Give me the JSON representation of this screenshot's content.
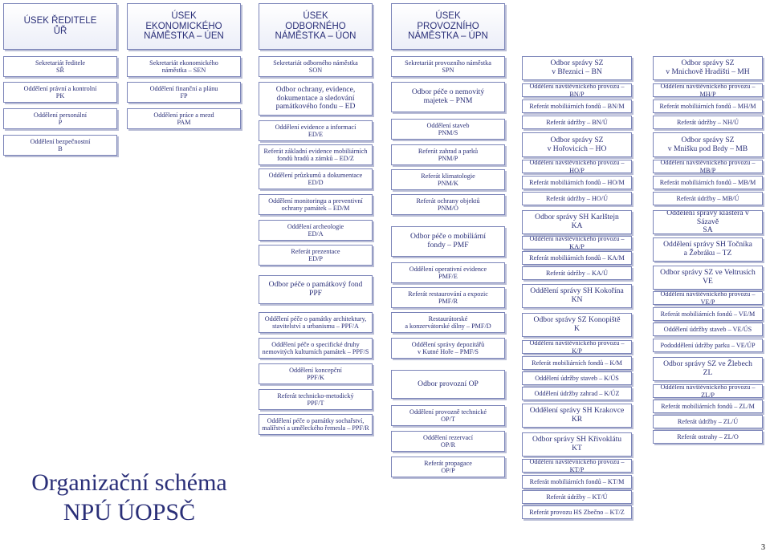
{
  "headers": [
    {
      "line1": "ÚSEK ŘEDITELE",
      "line2": "ŮŘ",
      "line3": ""
    },
    {
      "line1": "ÚSEK",
      "line2": "EKONOMICKÉHO",
      "line3": "NÁMĚSTKA – ÚEN"
    },
    {
      "line1": "ÚSEK",
      "line2": "ODBORNÉHO",
      "line3": "NÁMĚSTKA – ÚON"
    },
    {
      "line1": "ÚSEK",
      "line2": "PROVOZNÍHO",
      "line3": "NÁMĚSTKA – ÚPN"
    }
  ],
  "col1": [
    {
      "a": "Sekretariát ředitele",
      "b": "SŘ"
    },
    {
      "a": "Oddělení právní a kontrolní",
      "b": "PK"
    },
    {
      "a": "Oddělení personální",
      "b": "P"
    },
    {
      "a": "Oddělení bezpečnostní",
      "b": "B"
    }
  ],
  "col2": [
    {
      "a": "Sekretariát ekonomického",
      "b": "náměstka – SEN"
    },
    {
      "a": "Oddělení finanční a plánu",
      "b": "FP"
    },
    {
      "a": "Oddělení práce a mezd",
      "b": "PAM"
    }
  ],
  "col3": [
    {
      "a": "Sekretariát odborného náměstka",
      "b": "SON",
      "c": ""
    },
    {
      "a": "Odbor ochrany, evidence,",
      "b": "dokumentace a sledování",
      "c": "památkového fondu – ED"
    },
    {
      "a": "Oddělení evidence a informací",
      "b": "ED/E",
      "c": ""
    },
    {
      "a": "Referát základní evidence mobiliárních",
      "b": "fondů hradů a zámků – ED/Z",
      "c": ""
    },
    {
      "a": "Oddělení průzkumů a dokumentace",
      "b": "ED/D",
      "c": ""
    },
    {
      "a": "Oddělení monitoringu a preventivní",
      "b": "ochrany památek – ED/M",
      "c": ""
    },
    {
      "a": "Oddělení archeologie",
      "b": "ED/A",
      "c": ""
    },
    {
      "a": "Referát prezentace",
      "b": "ED/P",
      "c": ""
    },
    {
      "a": "Odbor péče o památkový fond",
      "b": "PPF",
      "c": ""
    },
    {
      "a": "Oddělení péče o památky architektury,",
      "b": "stavitelství a urbanismu – PPF/A",
      "c": ""
    },
    {
      "a": "Oddělení péče o specifické druhy",
      "b": "nemovitých kulturních památek – PPF/S",
      "c": ""
    },
    {
      "a": "Oddělení koncepční",
      "b": "PPF/K",
      "c": ""
    },
    {
      "a": "Referát technicko-metodický",
      "b": "PPF/T",
      "c": ""
    },
    {
      "a": "Oddělení péče o památky sochařství,",
      "b": "malířství a uměleckého řemesla – PPF/R",
      "c": ""
    }
  ],
  "col4": [
    {
      "a": "Sekretariát provozního náměstka",
      "b": "SPN"
    },
    {
      "a": "Odbor péče o nemovitý",
      "b": "majetek – PNM"
    },
    {
      "a": "Oddělení staveb",
      "b": "PNM/S"
    },
    {
      "a": "Referát zahrad a parků",
      "b": "PNM/P"
    },
    {
      "a": "Referát klimatologie",
      "b": "PNM/K"
    },
    {
      "a": "Referát ochrany objektů",
      "b": "PNM/O"
    },
    {
      "a": "Odbor péče o mobiliární",
      "b": "fondy – PMF"
    },
    {
      "a": "Oddělení operativní evidence",
      "b": "PMF/E"
    },
    {
      "a": "Referát restaurování a expozic",
      "b": "PMF/R"
    },
    {
      "a": "Restaurátorské",
      "b": "a konzervátorské dílny – PMF/D"
    },
    {
      "a": "Oddělení správy depozitářů",
      "b": "v Kutné Hoře – PMF/S"
    },
    {
      "a": "Odbor provozní OP",
      "b": ""
    },
    {
      "a": "Oddělení provozně technické",
      "b": "OP/T"
    },
    {
      "a": "Oddělení rezervací",
      "b": "OP/R"
    },
    {
      "a": "Referát propagace",
      "b": "OP/P"
    }
  ],
  "col5": [
    {
      "a": "Odbor správy SZ",
      "b": "v Březnici – BN"
    },
    {
      "a": "Oddělení návštěvnického provozu – BN/P",
      "b": ""
    },
    {
      "a": "Referát mobiliárních fondů – BN/M",
      "b": ""
    },
    {
      "a": "Referát údržby – BN/Ú",
      "b": ""
    },
    {
      "a": "Odbor správy SZ",
      "b": "v Hořovicích – HO"
    },
    {
      "a": "Oddělení návštěvnického provozu – HO/P",
      "b": ""
    },
    {
      "a": "Referát mobiliárních fondů – HO/M",
      "b": ""
    },
    {
      "a": "Referát údržby – HO/Ú",
      "b": ""
    },
    {
      "a": "Odbor správy SH Karlštejn",
      "b": "KA"
    },
    {
      "a": "Oddělení návštěvnického provozu – KA/P",
      "b": ""
    },
    {
      "a": "Referát mobiliárních fondů – KA/M",
      "b": ""
    },
    {
      "a": "Referát údržby – KA/Ú",
      "b": ""
    },
    {
      "a": "Oddělení správy SH Kokořína",
      "b": "KN"
    },
    {
      "a": "Odbor správy SZ Konopiště",
      "b": "K"
    },
    {
      "a": "Oddělení návštěvnického provozu – K/P",
      "b": ""
    },
    {
      "a": "Referát mobiliárních fondů – K/M",
      "b": ""
    },
    {
      "a": "Oddělení údržby staveb – K/ÚS",
      "b": ""
    },
    {
      "a": "Oddělení údržby zahrad – K/ÚZ",
      "b": ""
    },
    {
      "a": "Oddělení správy SH Krakovce",
      "b": "KR"
    },
    {
      "a": "Odbor správy SH Křivoklátu",
      "b": "KT"
    },
    {
      "a": "Oddělení návštěvnického provozu – KT/P",
      "b": ""
    },
    {
      "a": "Referát mobiliárních fondů – KT/M",
      "b": ""
    },
    {
      "a": "Referát údržby – KT/Ú",
      "b": ""
    },
    {
      "a": "Referát provozu HS Zbečno – KT/Z",
      "b": ""
    }
  ],
  "col6": [
    {
      "a": "Odbor správy SZ",
      "b": "v Mnichově Hradišti – MH"
    },
    {
      "a": "Oddělení návštěvnického provozu – MH/P",
      "b": ""
    },
    {
      "a": "Referát mobiliárních fondů – MH/M",
      "b": ""
    },
    {
      "a": "Referát údržby – NH/Ú",
      "b": ""
    },
    {
      "a": "Odbor správy SZ",
      "b": "v Mnišku pod Brdy – MB"
    },
    {
      "a": "Oddělení návštěvnického provozu – MB/P",
      "b": ""
    },
    {
      "a": "Referát mobiliárních fondů – MB/M",
      "b": ""
    },
    {
      "a": "Referát údržby – MB/Ú",
      "b": ""
    },
    {
      "a": "Oddělení správy kláštera v Sázavě",
      "b": "SA"
    },
    {
      "a": "Oddělení správy SH Točníka",
      "b": "a Žebráku – TZ"
    },
    {
      "a": "Odbor správy SZ ve Veltrusích",
      "b": "VE"
    },
    {
      "a": "Oddělení návštěvnického provozu – VE/P",
      "b": ""
    },
    {
      "a": "Referát mobiliárních fondů – VE/M",
      "b": ""
    },
    {
      "a": "Oddělení údržby staveb – VE/ÚS",
      "b": ""
    },
    {
      "a": "Pododdělení údržby parku – VE/ÚP",
      "b": ""
    },
    {
      "a": "Odbor správy SZ ve Žlebech",
      "b": "ZL"
    },
    {
      "a": "Oddělení návštěvnického provozu – ZL/P",
      "b": ""
    },
    {
      "a": "Referát mobiliárních fondů – ZL/M",
      "b": ""
    },
    {
      "a": "Referát údržby – ZL/Ú",
      "b": ""
    },
    {
      "a": "Referát ostrahy – ZL/O",
      "b": ""
    }
  ],
  "title": {
    "line1": "Organizační schéma",
    "line2": "NPÚ ÚOPSČ"
  },
  "page_number": "3"
}
